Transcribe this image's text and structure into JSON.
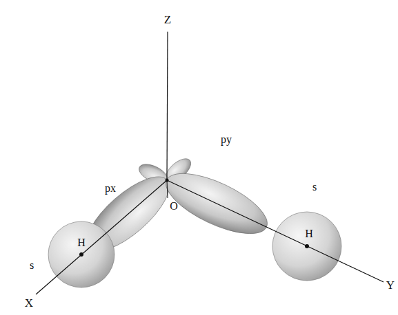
{
  "diagram": {
    "labels": [
      "Z",
      "px",
      "py",
      "s",
      "H",
      "O",
      "H",
      "s",
      "X",
      "Y"
    ]
  }
}
